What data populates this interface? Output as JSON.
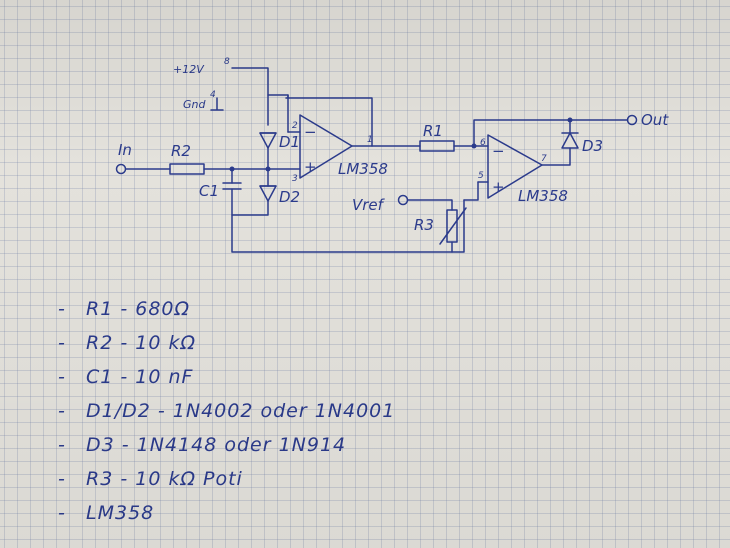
{
  "schematic": {
    "supply": "+12V",
    "supply_pin": "8",
    "ground": "Gnd",
    "ground_pin": "4",
    "input": "In",
    "output": "Out",
    "vref": "Vref",
    "r1": "R1",
    "r2": "R2",
    "r3": "R3",
    "c1": "C1",
    "d1": "D1",
    "d2": "D2",
    "d3": "D3",
    "op1": "LM358",
    "op2": "LM358",
    "op1_pin_inv": "2",
    "op1_pin_noninv": "3",
    "op1_pin_out": "1",
    "op2_pin_inv": "6",
    "op2_pin_noninv": "5",
    "op2_pin_out": "7",
    "minus": "−",
    "plus": "+"
  },
  "parts_list": {
    "dash": "-",
    "items": [
      "R1 - 680Ω",
      "R2 - 10 kΩ",
      "C1 - 10 nF",
      "D1/D2 - 1N4002 oder 1N4001",
      "D3 - 1N4148 oder 1N914",
      "R3 - 10 kΩ  Poti",
      "LM358"
    ]
  }
}
